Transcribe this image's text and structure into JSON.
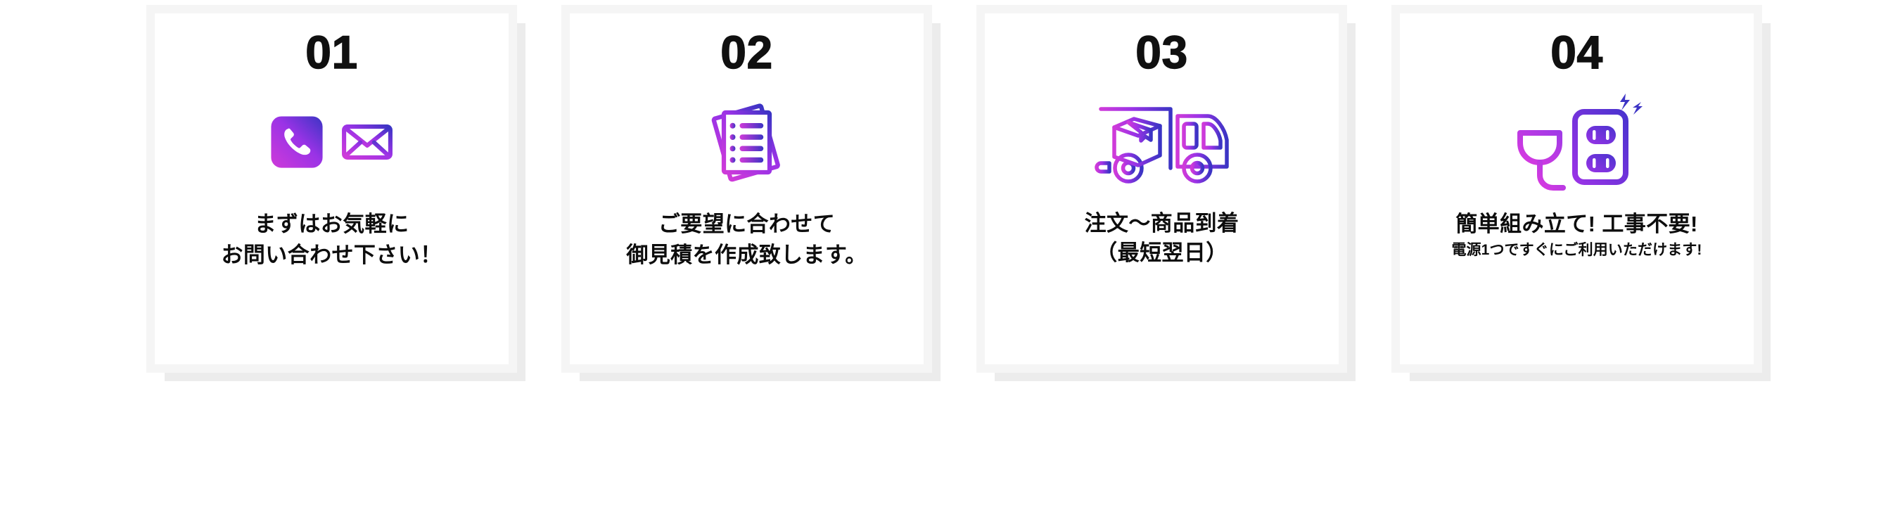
{
  "page": {
    "background": "#ffffff",
    "card_background": "#ffffff",
    "card_frame_color": "#f5f5f5",
    "card_shadow_color": "#ececec",
    "text_color": "#0d0d0d",
    "gradient_start": "#d13bdd",
    "gradient_mid": "#a233e8",
    "gradient_end": "#3b34c4"
  },
  "steps": [
    {
      "number": "01",
      "icon": [
        "phone-icon",
        "mail-icon"
      ],
      "lines": [
        "まずはお気軽に",
        "お問い合わせ下さい！"
      ],
      "small_lines": []
    },
    {
      "number": "02",
      "icon": [
        "documents-icon"
      ],
      "lines": [
        "ご要望に合わせて",
        "御見積を作成致します。"
      ],
      "small_lines": []
    },
    {
      "number": "03",
      "icon": [
        "delivery-truck-icon"
      ],
      "lines": [
        "注文〜商品到着",
        "（最短翌日）"
      ],
      "small_lines": []
    },
    {
      "number": "04",
      "icon": [
        "plug-outlet-icon"
      ],
      "lines": [
        "簡単組み立て! 工事不要!"
      ],
      "small_lines": [
        "電源1つですぐにご利用いただけます!"
      ]
    }
  ]
}
